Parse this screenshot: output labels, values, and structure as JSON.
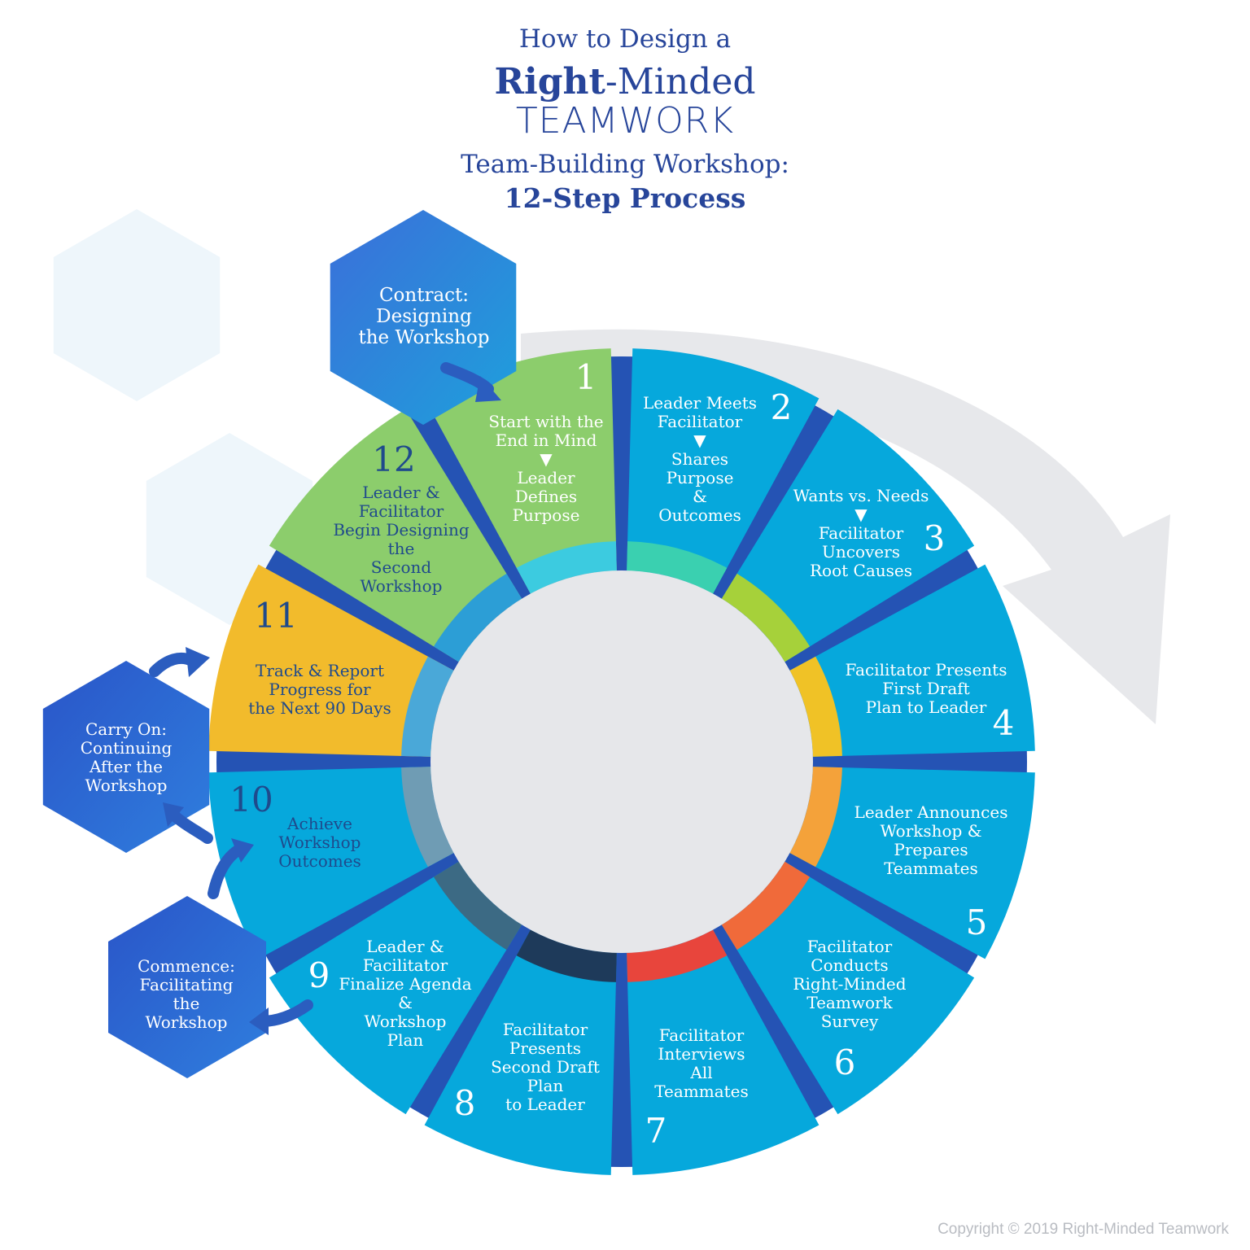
{
  "title": {
    "line1": "How to Design a",
    "line2_bold": "Right",
    "line2_rest": "-Minded",
    "line3": "TEAMWORK",
    "line4": "Team-Building Workshop:",
    "line5": "12-Step Process"
  },
  "colors": {
    "title": "#27459a",
    "segment_blue": "#06a8dc",
    "segment_green": "#8ccd6c",
    "segment_yellow": "#f2bb2c",
    "divider": "#2553b4",
    "hex_dark": "#2e5fcd",
    "text_dark": "#1f4a8c",
    "arrow_gray": "#e6e7ea"
  },
  "steps": [
    {
      "number": "1",
      "lines": [
        "Start with the",
        "End in Mind",
        "▼",
        "Leader",
        "Defines",
        "Purpose"
      ]
    },
    {
      "number": "2",
      "lines": [
        "Leader Meets",
        "Facilitator",
        "▼",
        "Shares",
        "Purpose",
        "&",
        "Outcomes"
      ]
    },
    {
      "number": "3",
      "lines": [
        "Wants vs. Needs",
        "▼",
        "Facilitator",
        "Uncovers",
        "Root Causes"
      ]
    },
    {
      "number": "4",
      "lines": [
        "Facilitator Presents",
        "First Draft",
        "Plan to Leader"
      ]
    },
    {
      "number": "5",
      "lines": [
        "Leader Announces",
        "Workshop &",
        "Prepares",
        "Teammates"
      ]
    },
    {
      "number": "6",
      "lines": [
        "Facilitator",
        "Conducts",
        "Right-Minded",
        "Teamwork",
        "Survey"
      ]
    },
    {
      "number": "7",
      "lines": [
        "Facilitator",
        "Interviews",
        "All",
        "Teammates"
      ]
    },
    {
      "number": "8",
      "lines": [
        "Facilitator",
        "Presents",
        "Second Draft",
        "Plan",
        "to Leader"
      ]
    },
    {
      "number": "9",
      "lines": [
        "Leader &",
        "Facilitator",
        "Finalize Agenda",
        "&",
        "Workshop",
        "Plan"
      ]
    },
    {
      "number": "10",
      "lines": [
        "Achieve",
        "Workshop",
        "Outcomes"
      ]
    },
    {
      "number": "11",
      "lines": [
        "Track & Report",
        "Progress for",
        "the Next 90 Days"
      ]
    },
    {
      "number": "12",
      "lines": [
        "Leader &",
        "Facilitator",
        "Begin Designing",
        "the",
        "Second",
        "Workshop"
      ]
    }
  ],
  "phases": [
    {
      "key": "contract",
      "lines": [
        "Contract:",
        "Designing",
        "the Workshop"
      ]
    },
    {
      "key": "carry",
      "lines": [
        "Carry On:",
        "Continuing",
        "After the",
        "Workshop"
      ]
    },
    {
      "key": "commence",
      "lines": [
        "Commence:",
        "Facilitating",
        "the",
        "Workshop"
      ]
    }
  ],
  "copyright": "Copyright © 2019 Right-Minded Teamwork"
}
